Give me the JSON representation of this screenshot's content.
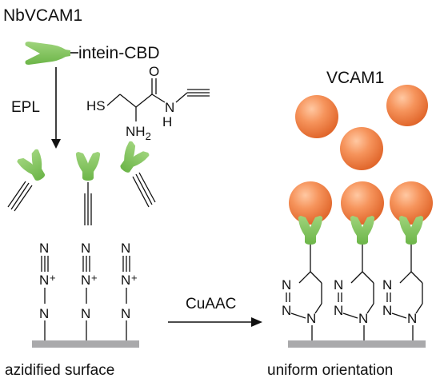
{
  "labels": {
    "nanobody": "NbVCAM1",
    "tag": "intein-CBD",
    "epl": "EPL",
    "target": "VCAM1",
    "cuaac": "CuAAC",
    "left_caption": "azidified surface",
    "right_caption": "uniform orientation"
  },
  "chem": {
    "hs": "HS",
    "nh2": "NH",
    "nh2_sub": "2",
    "o": "O",
    "n": "N",
    "h": "H",
    "plus": "+"
  },
  "colors": {
    "nanobody_green": "#7cc35a",
    "sphere_orange": "#f0834a",
    "surface_gray": "#a9a9ab",
    "ink": "#111111"
  }
}
